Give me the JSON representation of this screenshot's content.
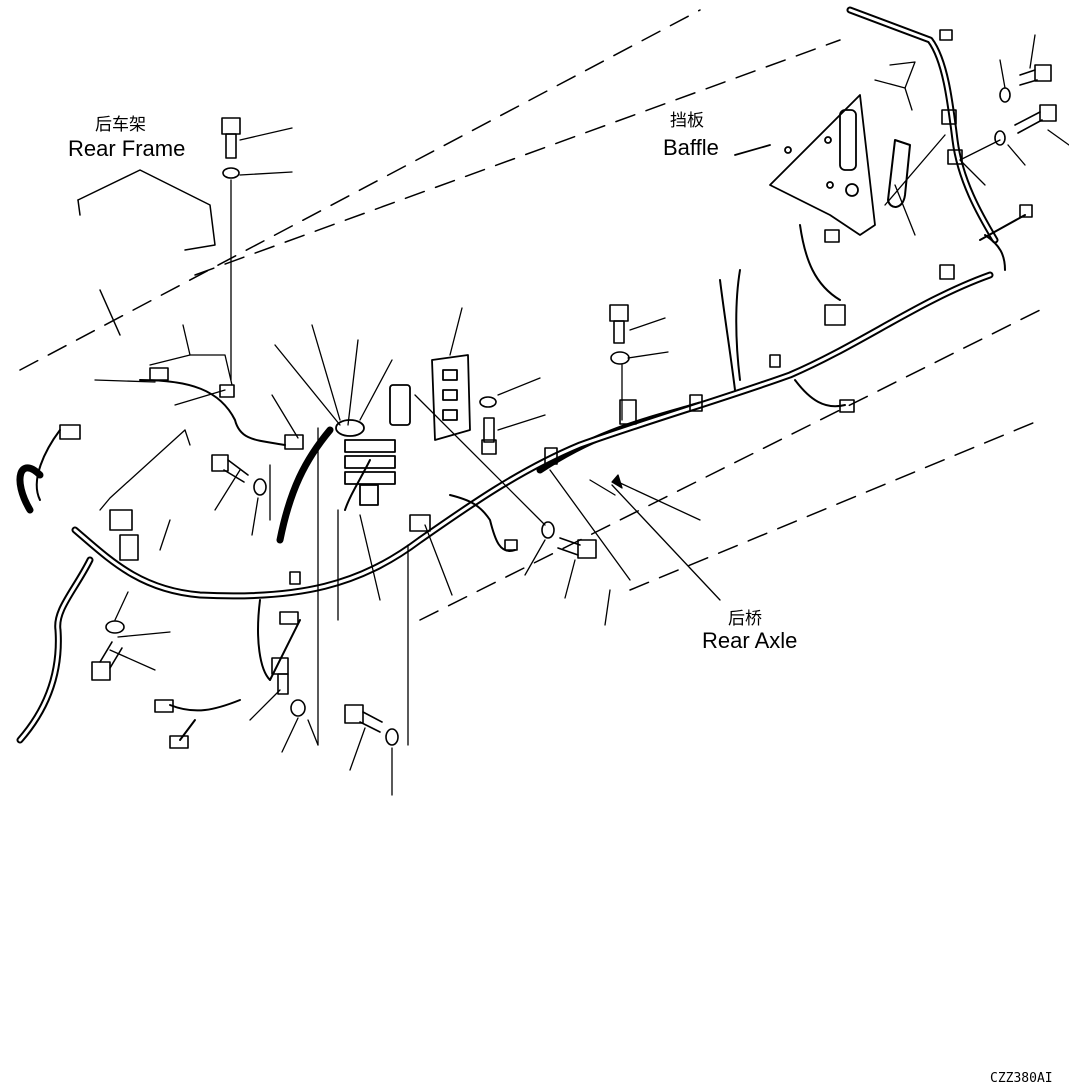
{
  "labels": {
    "rear_frame_cn": "后车架",
    "rear_frame_en": "Rear Frame",
    "baffle_cn": "挡板",
    "baffle_en": "Baffle",
    "rear_axle_cn": "后桥",
    "rear_axle_en": "Rear Axle"
  },
  "drawing_code": "CZZ380AI",
  "colors": {
    "ink": "#000000",
    "paper": "#ffffff"
  }
}
